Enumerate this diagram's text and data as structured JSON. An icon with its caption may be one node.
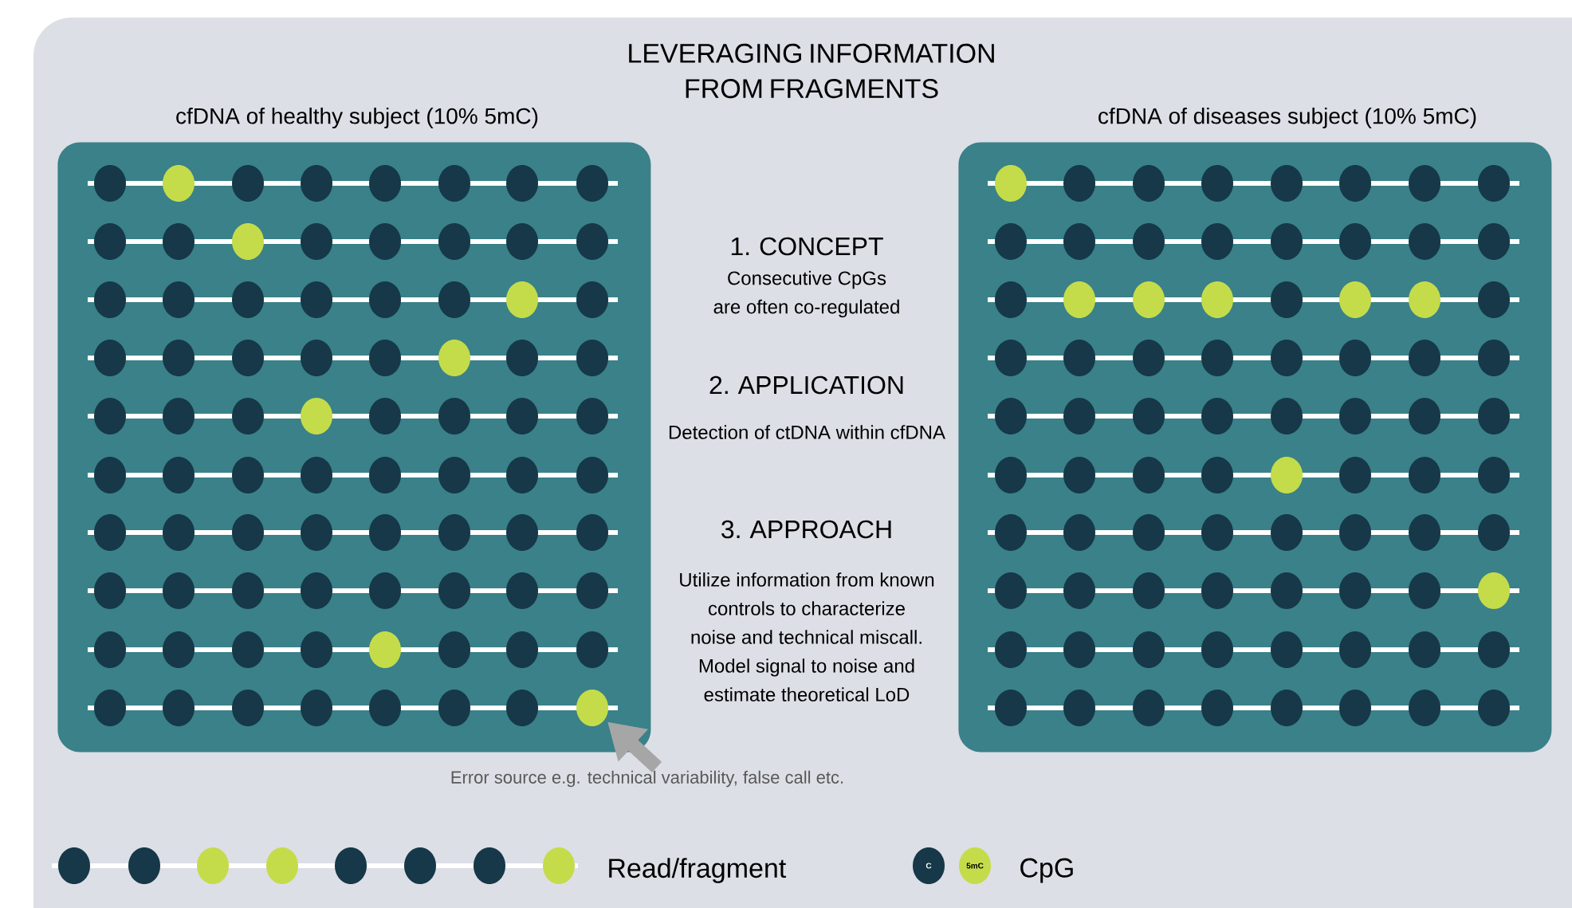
{
  "diagram": {
    "title": "LEVERAGING INFORMATION FROM FRAGMENTS",
    "nodes": [
      {
        "text": [
          "cfDNA of healthy subject (10% 5mC)"
        ]
      },
      {
        "text": [],
        "shape": "circle",
        "in": 0
      },
      {
        "text": [
          "cfDNA of diseases subject (10% 5mC)"
        ]
      },
      {
        "text": [
          "Error source e.g. technical variability, false call etc."
        ]
      }
    ],
    "edges": [
      {
        "from": 3,
        "to": 1,
        "arrow": "to"
      }
    ],
    "labels": [
      "1. CONCEPT",
      "Consecutive CpGs are often co-regulated",
      "2. APPLICATION",
      "Detection of ctDNA within cfDNA",
      "3. APPROACH",
      "Utilize information from known controls to characterize noise and technical miscall. Model signal to noise and estimate theoretical LoD",
      "C",
      "5mC"
    ],
    "legend": [
      {
        "text": "Read/fragment"
      },
      {
        "text": "CpG"
      }
    ]
  }
}
